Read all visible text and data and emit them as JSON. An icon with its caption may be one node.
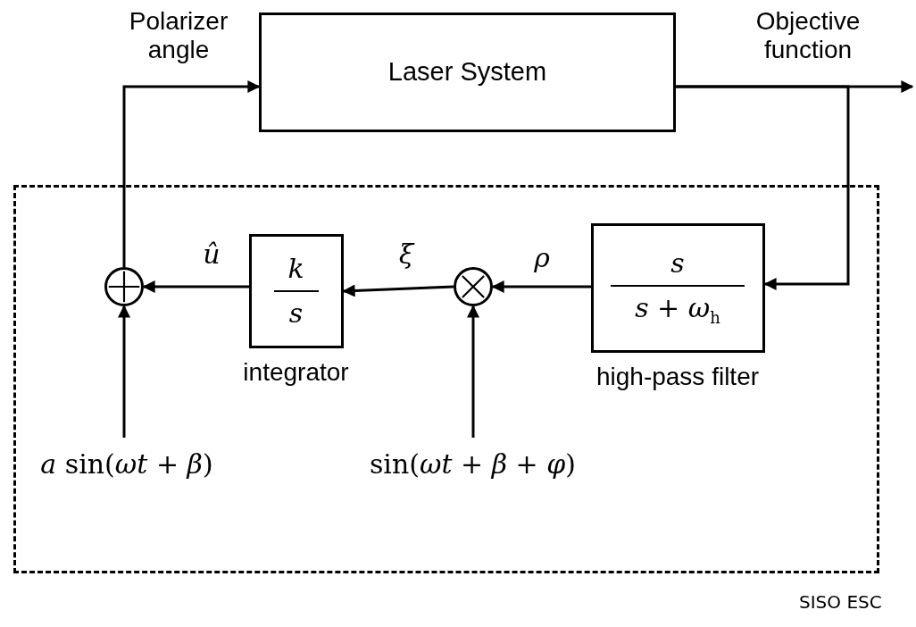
{
  "diagram": {
    "nodes": [
      {
        "text": [
          "Laser System"
        ]
      },
      {
        "text": [],
        "shape": "box"
      },
      {
        "text": [],
        "shape": "circle",
        "in": 1
      },
      {
        "text": [
          "*k*",
          "*s*"
        ],
        "in": 1,
        "beside": [
          "integrator"
        ]
      },
      {
        "text": [],
        "shape": "circle",
        "in": 1
      },
      {
        "text": [
          "*s*",
          "*s* + *ω*$_{h}$"
        ],
        "in": 1,
        "beside": [
          "high-pass filter"
        ]
      },
      {
        "text": [
          "*a* sin(*ωt* + *β*)"
        ],
        "in": 1
      },
      {
        "text": [
          "sin(*ωt* + *β* + *φ*)"
        ],
        "in": 1
      }
    ],
    "edges": [
      {
        "from": 2,
        "to": 0,
        "arrow": "to",
        "label": "Polarizer angle"
      },
      {
        "from": 0,
        "to": null,
        "arrow": "to",
        "label": "Objective function"
      },
      {
        "from": 0,
        "to": 5,
        "arrow": "to"
      },
      {
        "from": 5,
        "to": 4,
        "arrow": "to",
        "label": "*ρ*"
      },
      {
        "from": 4,
        "to": 3,
        "arrow": "to",
        "label": "*ξ*"
      },
      {
        "from": 3,
        "to": 2,
        "arrow": "to",
        "label": "*û*"
      },
      {
        "from": 6,
        "to": 2,
        "arrow": "to"
      },
      {
        "from": 7,
        "to": 4,
        "arrow": "to"
      }
    ],
    "labels": [
      "SISO ESC"
    ]
  }
}
